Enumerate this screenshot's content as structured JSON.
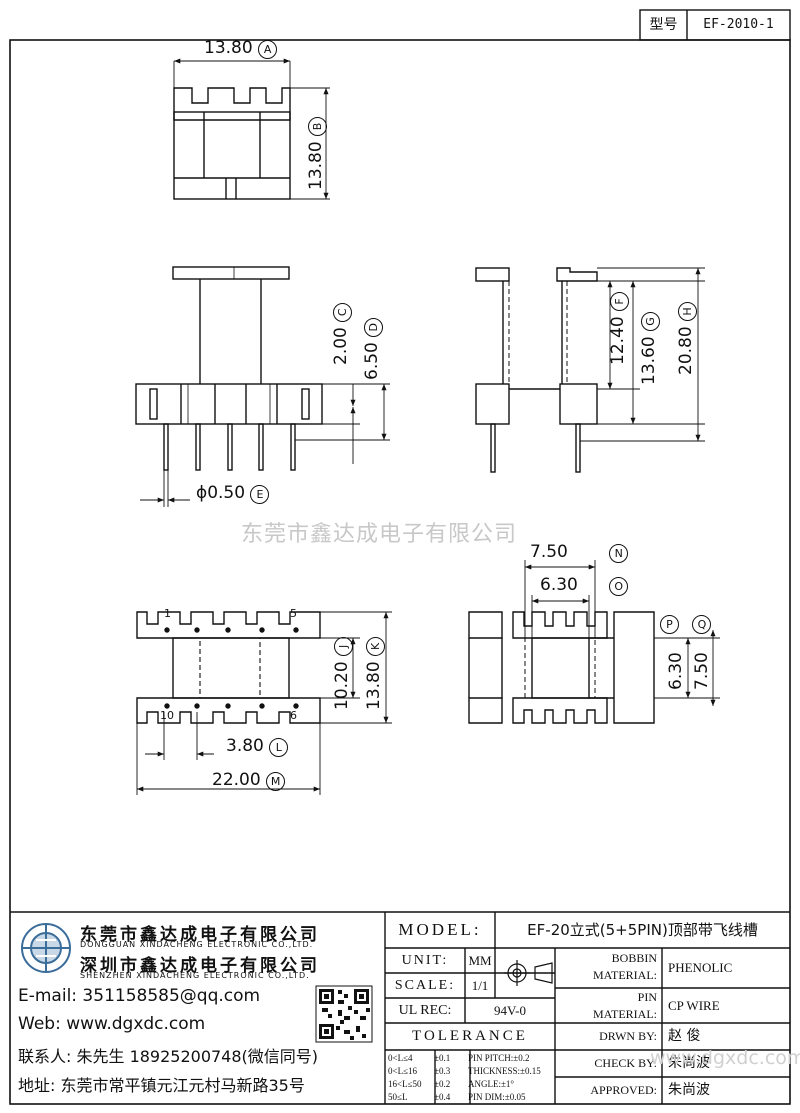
{
  "header": {
    "type_label": "型号",
    "model_code": "EF-2010-1"
  },
  "watermark": "东莞市鑫达成电子有限公司",
  "bottom_watermark": "www.dgxdc.com",
  "dims": {
    "A": {
      "value": "13.80",
      "tag": "A"
    },
    "B": {
      "value": "13.80",
      "tag": "B"
    },
    "C": {
      "value": "2.00",
      "tag": "C"
    },
    "D": {
      "value": "6.50",
      "tag": "D"
    },
    "E": {
      "value": "ϕ0.50",
      "tag": "E"
    },
    "F": {
      "value": "12.40",
      "tag": "F"
    },
    "G": {
      "value": "13.60",
      "tag": "G"
    },
    "H": {
      "value": "20.80",
      "tag": "H"
    },
    "J": {
      "value": "10.20",
      "tag": "J"
    },
    "K": {
      "value": "13.80",
      "tag": "K"
    },
    "L": {
      "value": "3.80",
      "tag": "L"
    },
    "M": {
      "value": "22.00",
      "tag": "M"
    },
    "N": {
      "value": "7.50",
      "tag": "N"
    },
    "O": {
      "value": "6.30",
      "tag": "O"
    },
    "P": {
      "value": "6.30",
      "tag": "P"
    },
    "Q": {
      "value": "7.50",
      "tag": "Q"
    }
  },
  "pin_labels": {
    "p1": "1",
    "p5": "5",
    "p10": "10",
    "p6": "6"
  },
  "company": {
    "name_cn_1": "东莞市鑫达成电子有限公司",
    "name_en_1": "DONGGUAN XINDACHENG ELECTRONIC CO.,LTD.",
    "name_cn_2": "深圳市鑫达成电子有限公司",
    "name_en_2": "SHENZHEN XINDACHENG ELECTRONIC CO.,LTD.",
    "email": "E-mail: 351158585@qq.com",
    "web": "Web: www.dgxdc.com",
    "contact": "联系人: 朱先生 18925200748(微信同号)",
    "address": "地址: 东莞市常平镇元江元村马新路35号"
  },
  "title_block": {
    "model_label": "MODEL:",
    "model_value": "EF-20立式(5+5PIN)顶部带飞线槽",
    "unit_label": "UNIT:",
    "unit_value": "MM",
    "scale_label": "SCALE:",
    "scale_value": "1/1",
    "ulrec_label": "UL REC:",
    "ulrec_value": "94V-0",
    "tolerance_label": "TOLERANCE",
    "tol_rows": [
      {
        "range": "0<L≤4",
        "tol": "±0.1",
        "item": "PIN PITCH:±0.2"
      },
      {
        "range": "0<L≤16",
        "tol": "±0.3",
        "item": "THICKNESS:±0.15"
      },
      {
        "range": "16<L≤50",
        "tol": "±0.2",
        "item": "ANGLE:±1°"
      },
      {
        "range": "50≤L",
        "tol": "±0.4",
        "item": "PIN DIM:±0.05"
      }
    ],
    "bobbin_material_label": "BOBBIN\nMATERIAL:",
    "bobbin_material_value": "PHENOLIC",
    "pin_material_label": "PIN\nMATERIAL:",
    "pin_material_value": "CP WIRE",
    "drawn_by_label": "DRWN BY:",
    "drawn_by_value": "赵 俊",
    "check_by_label": "CHECK BY:",
    "check_by_value": "朱尚波",
    "approved_label": "APPROVED:",
    "approved_value": "朱尚波"
  }
}
